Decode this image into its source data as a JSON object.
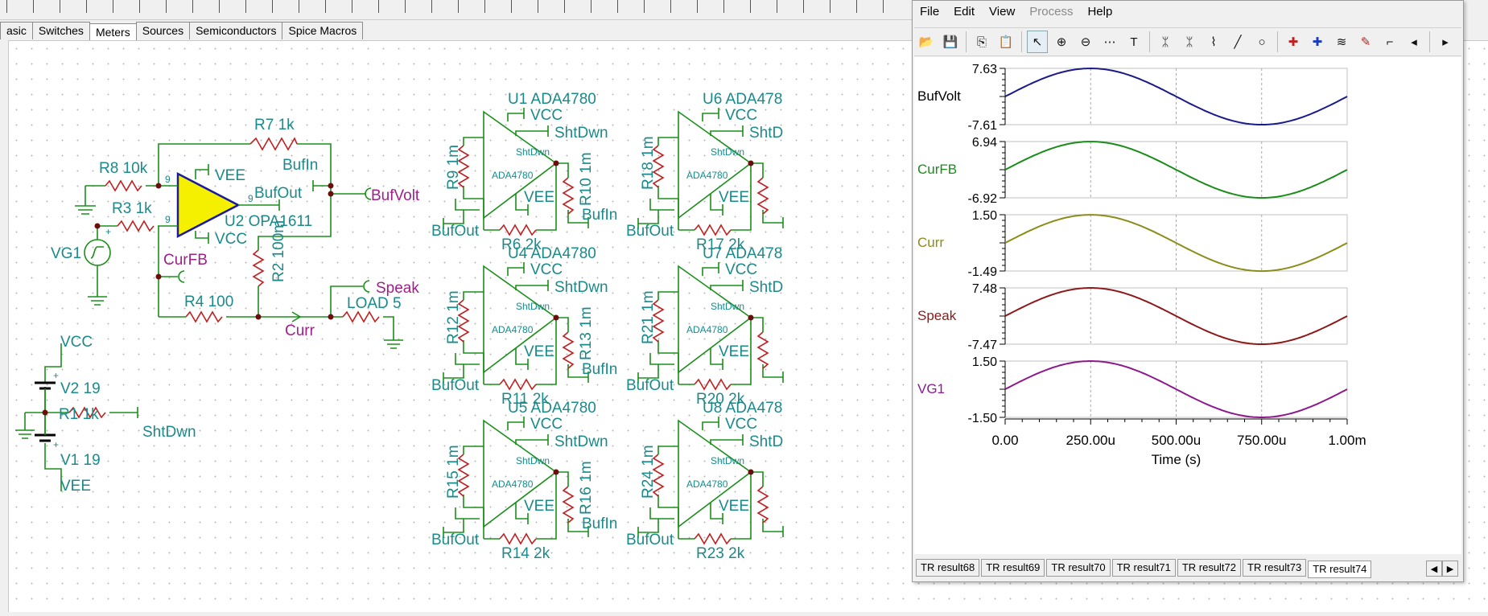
{
  "component_tabs": [
    "asic",
    "Switches",
    "Meters",
    "Sources",
    "Semiconductors",
    "Spice Macros"
  ],
  "active_tab": "Meters",
  "schematic": {
    "labels": {
      "r7": "R7 1k",
      "r8": "R8 10k",
      "r3": "R3 1k",
      "vee_pin": "VEE",
      "vcc_pin": "VCC",
      "bufout": "BufOut",
      "bufin": "BufIn",
      "bufvolt": "BufVolt",
      "u2": "U2 OPA1611",
      "vg1": "VG1",
      "curfb": "CurFB",
      "r2": "R2 100m",
      "r4": "R4 100",
      "curr": "Curr",
      "speak": "Speak",
      "load": "LOAD  5",
      "vcc": "VCC",
      "v2": "V2 19",
      "r1": "R1 1k",
      "shtdwn": "ShtDwn",
      "v1": "V1 19",
      "vee": "VEE",
      "pin9": "9",
      "plus": "+",
      "minus": "−"
    },
    "amps": [
      {
        "u": "U1 ADA4780",
        "ra": "R9 1m",
        "rb": "R10 1m",
        "rf": "R6 2k"
      },
      {
        "u": "U6 ADA478",
        "ra": "R18 1m",
        "rb": "",
        "rf": "R17 2k"
      },
      {
        "u": "U4 ADA4780",
        "ra": "R12 1m",
        "rb": "R13 1m",
        "rf": "R11 2k"
      },
      {
        "u": "U7 ADA478",
        "ra": "R21 1m",
        "rb": "",
        "rf": "R20 2k"
      },
      {
        "u": "U5 ADA4780",
        "ra": "R15 1m",
        "rb": "R16 1m",
        "rf": "R14 2k"
      },
      {
        "u": "U8 ADA478",
        "ra": "R24 1m",
        "rb": "",
        "rf": "R23 2k"
      }
    ],
    "amp_common": {
      "vcc": "VCC",
      "vee": "VEE",
      "shtdwn": "ShtDwn",
      "shtdwn_full": "ShtDwn",
      "shtdwn_short": "ShtD",
      "body": "ADA4780",
      "small": "ShtDwn",
      "bufout": "BufOut",
      "bufin": "BufIn"
    }
  },
  "sim_window": {
    "menu": [
      {
        "label": "File",
        "disabled": false
      },
      {
        "label": "Edit",
        "disabled": false
      },
      {
        "label": "View",
        "disabled": false
      },
      {
        "label": "Process",
        "disabled": true
      },
      {
        "label": "Help",
        "disabled": false
      }
    ],
    "toolbar_icons": [
      "open-icon",
      "save-icon",
      "copy-icon",
      "paste-icon",
      "pointer-icon",
      "zoom-in-icon",
      "zoom-out-icon",
      "grid-icon",
      "text-icon",
      "cursor-a-icon",
      "cursor-b-icon",
      "cursor-c-icon",
      "line-icon",
      "circle-icon",
      "marker-a-icon",
      "marker-b-icon",
      "curves-icon",
      "probe-icon",
      "step-icon",
      "arrow-left-icon",
      "arrow-right-icon"
    ],
    "tabs": [
      "TR result68",
      "TR result69",
      "TR result70",
      "TR result71",
      "TR result72",
      "TR result73",
      "TR result74"
    ],
    "active_tab": "TR result74"
  },
  "chart_data": {
    "type": "line",
    "xlabel": "Time (s)",
    "x_ticks": [
      "0.00",
      "250.00u",
      "500.00u",
      "750.00u",
      "1.00m"
    ],
    "xlim": [
      0,
      0.001
    ],
    "grid": "vertical dashed",
    "series": [
      {
        "name": "BufVolt",
        "color": "#1a1a8c",
        "ymax_label": "7.63",
        "ymin_label": "-7.61",
        "ylim": [
          -7.61,
          7.63
        ],
        "amplitude": 7.62
      },
      {
        "name": "CurFB",
        "color": "#1a8c1a",
        "ymax_label": "6.94",
        "ymin_label": "-6.92",
        "ylim": [
          -6.92,
          6.94
        ],
        "amplitude": 6.93
      },
      {
        "name": "Curr",
        "color": "#8c8c1a",
        "ymax_label": "1.50",
        "ymin_label": "-1.49",
        "ylim": [
          -1.49,
          1.5
        ],
        "amplitude": 1.495
      },
      {
        "name": "Speak",
        "color": "#8c1a1a",
        "ymax_label": "7.48",
        "ymin_label": "-7.47",
        "ylim": [
          -7.47,
          7.48
        ],
        "amplitude": 7.475
      },
      {
        "name": "VG1",
        "color": "#8c1a8c",
        "ymax_label": "1.50",
        "ymin_label": "-1.50",
        "ylim": [
          -1.5,
          1.5
        ],
        "amplitude": 1.5
      }
    ]
  }
}
